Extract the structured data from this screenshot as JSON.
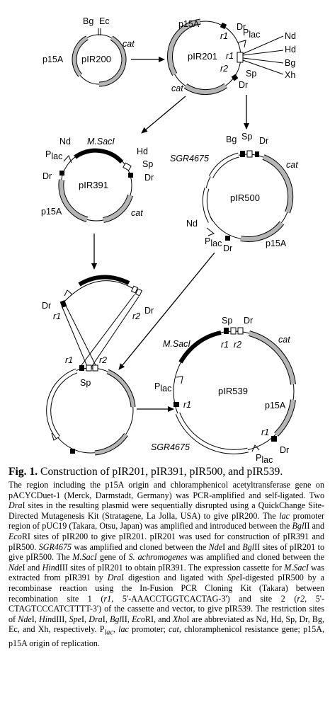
{
  "labels": {
    "bg": "Bg",
    "ec": "Ec",
    "nd": "Nd",
    "hd": "Hd",
    "sp": "Sp",
    "dr": "Dr",
    "xh": "Xh",
    "p15a": "p15A",
    "cat": "cat",
    "r1": "r1",
    "r2": "r2",
    "plac_p": "P",
    "plac_sub": "lac",
    "msacI": "M.SacI",
    "sgr": "SGR4675"
  },
  "plasmids": {
    "pir200": "pIR200",
    "pir201": "pIR201",
    "pir391": "pIR391",
    "pir500": "pIR500",
    "pir539": "pIR539"
  },
  "caption": {
    "title_bold": "Fig. 1.",
    "title_rest": " Construction of pIR201, pIR391, pIR500, and pIR539.",
    "body_html": "The region including the p15A origin and chloramphenicol acetyltransferase gene on pACYCDuet-1 (Merck, Darmstadt, Germany) was PCR-amplified and self-ligated. Two <i>Dra</i>I sites in the resulting plasmid were sequentially disrupted using a QuickChange Site-Directed Mutagenesis Kit (Stratagene, La Jolla, USA) to give pIR200. The <i>lac</i> promoter region of pUC19 (Takara, Otsu, Japan) was amplified and introduced between the <i>Bgl</i>II and <i>Eco</i>RI sites of pIR200 to give pIR201. pIR201 was used for construction of pIR391 and pIR500. <i>SGR4675</i> was amplified and cloned between the <i>Nde</i>I and <i>Bgl</i>II sites of pIR201 to give pIR500. The <i>M.SacI</i> gene of <i>S. achromogenes</i> was amplified and cloned between the <i>Nde</i>I and <i>Hin</i>dIII sites of pIR201 to obtain pIR391. The expression cassette for <i>M.SacI</i> was extracted from pIR391 by <i>Dra</i>I digestion and ligated with <i>Spe</i>I-digested pIR500 by a recombinase reaction using the In-Fusion PCR Cloning Kit (Takara) between recombination site 1 (<i>r1</i>, 5'-AAACCTGGTCACTAG-3') and site 2 (<i>r2</i>, 5'-CTAGTCCCATCTTTT-3') of the cassette and vector, to give pIR539. The restriction sites of <i>Nde</i>I, <i>Hin</i>dIII, <i>Spe</i>I, <i>Dra</i>I, <i>Bgl</i>II, <i>Eco</i>RI, and <i>Xho</i>I are abbreviated as Nd, Hd, Sp, Dr, Bg, Ec, and Xh, respectively. P<sub><i>lac</i></sub>, <i>lac</i> promoter; <i>cat</i>, chloramphenicol resistance gene; p15A, p15A origin of replication."
  }
}
